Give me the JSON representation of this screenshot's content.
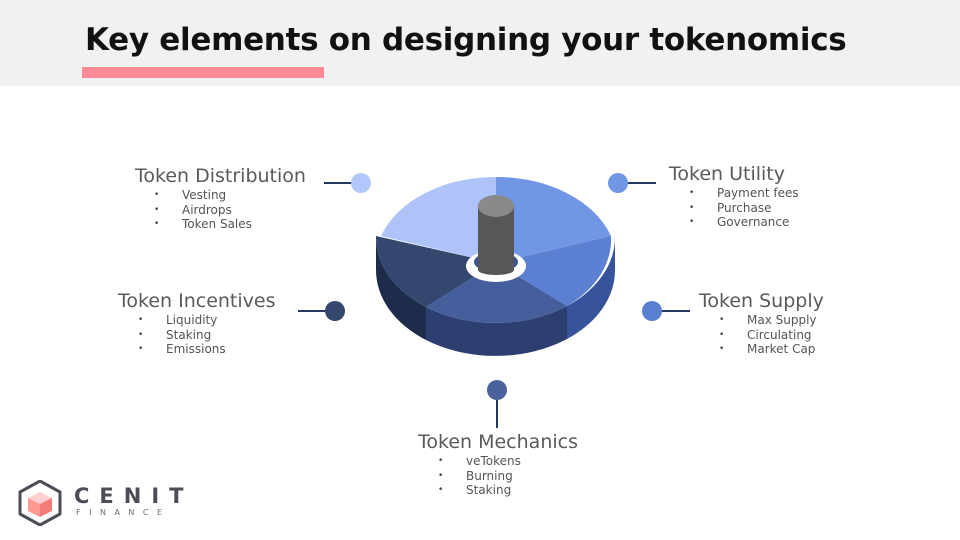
{
  "title": "Key elements on designing your tokenomics",
  "sections": {
    "distribution": {
      "title": "Token Distribution",
      "items": [
        "Vesting",
        "Airdrops",
        "Token Sales"
      ],
      "color": "#b2c7fb"
    },
    "utility": {
      "title": "Token Utility",
      "items": [
        "Payment fees",
        "Purchase",
        "Governance"
      ],
      "color": "#7296e6"
    },
    "incentives": {
      "title": "Token Incentives",
      "items": [
        "Liquidity",
        "Staking",
        "Emissions"
      ],
      "color": "#33476f"
    },
    "supply": {
      "title": "Token Supply",
      "items": [
        "Max Supply",
        "Circulating",
        "Market Cap"
      ],
      "color": "#5a7fd0"
    },
    "mechanics": {
      "title": "Token Mechanics",
      "items": [
        "veTokens",
        "Burning",
        "Staking"
      ],
      "color": "#4a619b"
    }
  },
  "logo": {
    "name": "CENIT",
    "sub": "FINANCE"
  }
}
